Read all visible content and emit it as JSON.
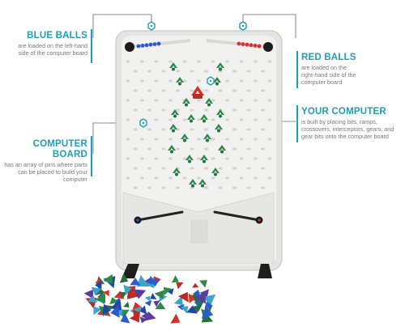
{
  "callouts": {
    "blue_balls": {
      "title": "BLUE BALLS",
      "desc": [
        "are loaded on the left-hand",
        "side of the computer board"
      ]
    },
    "computer_board": {
      "title": "COMPUTER BOARD",
      "desc": [
        "has an array of pins where parts",
        "can be placed to build your",
        "computer"
      ]
    },
    "red_balls": {
      "title": "RED BALLS",
      "desc": [
        "are loaded on the",
        "right-hand side of the",
        "computer board"
      ]
    },
    "your_computer": {
      "title": "YOUR COMPUTER",
      "desc": [
        "is built by placing bits, ramps,",
        "crossovers, interceptors, gears, and",
        "gear bits onto the computer board"
      ]
    }
  },
  "colors": {
    "accent": "#1f9fb3",
    "board": "#e9e9e7",
    "board_edge": "#cfcfcc",
    "green_part": "#2e8a4a",
    "red_part": "#d3302a",
    "blue_ball": "#2a5bd0",
    "red_ball": "#d93030"
  },
  "icons": [
    "hexagon-marker-icon"
  ]
}
